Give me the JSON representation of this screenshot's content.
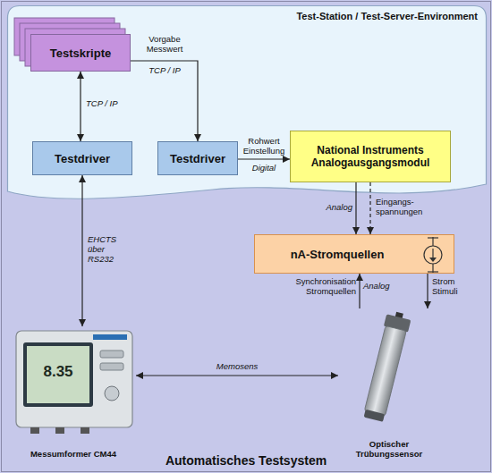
{
  "diagram": {
    "title": "Automatisches Testsystem",
    "nodes": [
      {
        "text": [
          "Test-Station / Test-Server-Environment"
        ]
      },
      {
        "text": [
          "Testskripte"
        ],
        "in": 0
      },
      {
        "text": [
          "Testdriver"
        ],
        "in": 0
      },
      {
        "text": [
          "Testdriver"
        ],
        "in": 0
      },
      {
        "text": [
          "National Instruments Analogausgangsmodul"
        ],
        "in": 0
      },
      {
        "text": [
          "nA-Stromquellen"
        ]
      },
      {
        "text": [
          "Messumformer CM44"
        ]
      },
      {
        "text": [
          "Optischer Trübungssensor"
        ]
      }
    ],
    "edges": [
      {
        "from": 1,
        "to": 2,
        "arrow": "both",
        "label": "TCP / IP"
      },
      {
        "from": 1,
        "to": 3,
        "arrow": "to",
        "label": "Vorgabe Messwert"
      },
      {
        "from": 3,
        "to": 4,
        "arrow": "to",
        "label": "Rohwert Einstellung"
      },
      {
        "from": 4,
        "to": 5,
        "arrow": "to",
        "label": "Analog"
      },
      {
        "from": 4,
        "to": 5,
        "arrow": "to",
        "label": "Eingangs- spannungen"
      },
      {
        "from": 7,
        "to": 5,
        "arrow": "to",
        "label": "Synchronisation Stromquellen"
      },
      {
        "from": 5,
        "to": 7,
        "arrow": "to",
        "label": "Strom Stimuli"
      },
      {
        "from": 2,
        "to": 6,
        "arrow": "both",
        "label": "EHCTS über RS232"
      },
      {
        "from": 6,
        "to": 7,
        "arrow": "both",
        "label": "Memosens"
      }
    ],
    "labels": [
      "TCP / IP",
      "Digital",
      "Analog",
      "8.35"
    ]
  }
}
